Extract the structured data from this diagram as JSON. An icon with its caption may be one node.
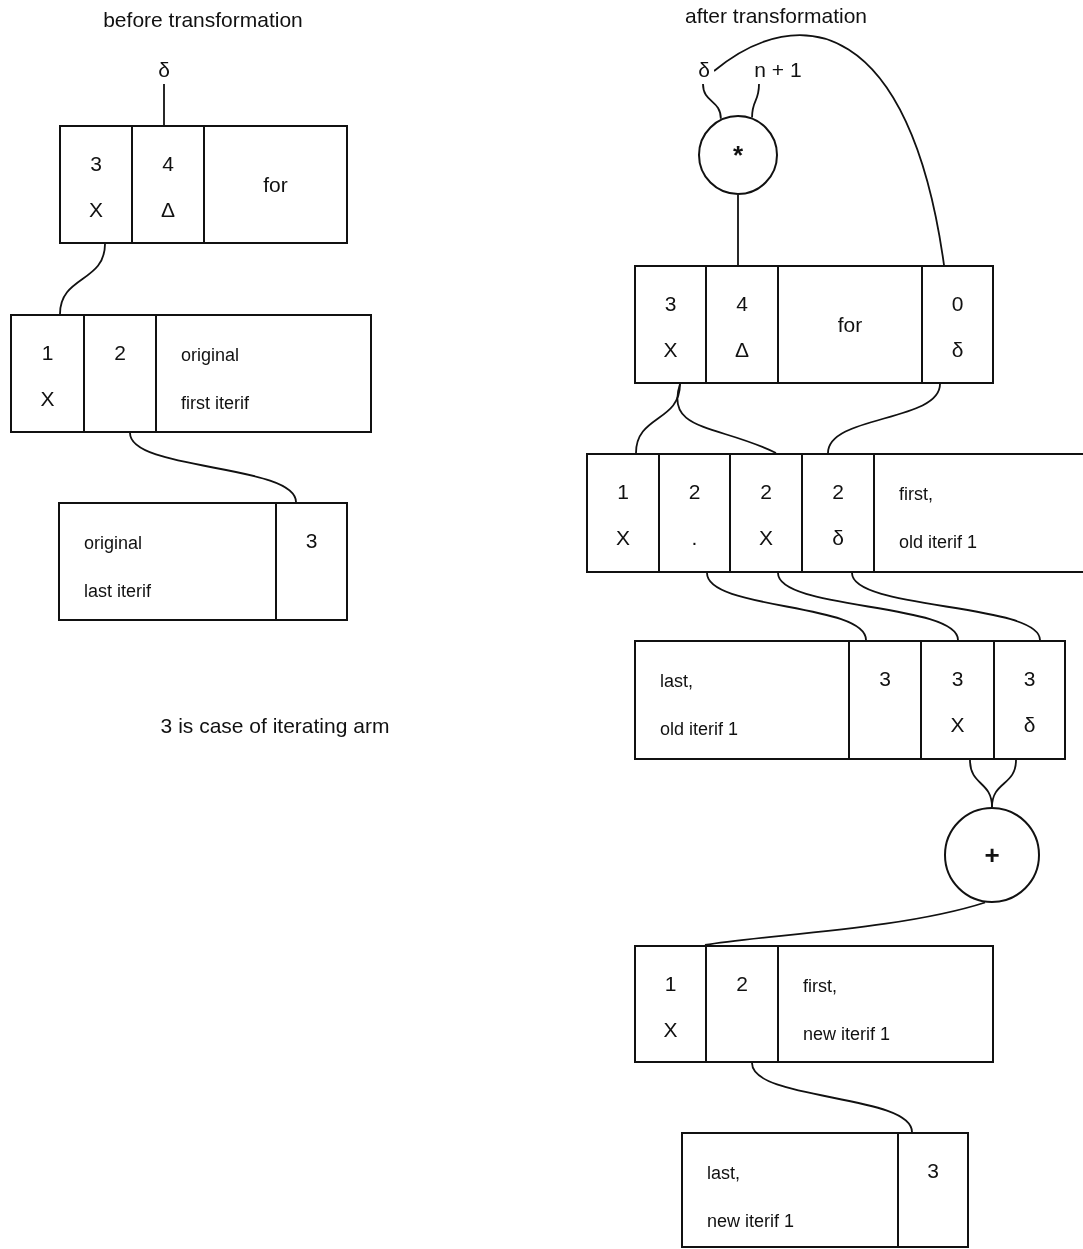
{
  "diagram": {
    "nodes": [
      {
        "text": [
          "δ"
        ]
      },
      {
        "text": [
          "3",
          "X"
        ]
      },
      {
        "text": [
          "4",
          "Δ"
        ]
      },
      {
        "text": [
          "for"
        ]
      },
      {
        "text": [
          "1",
          "X"
        ]
      },
      {
        "text": [
          "2"
        ]
      },
      {
        "text": [
          "original",
          "first iterif"
        ]
      },
      {
        "text": [
          "original",
          "last iterif"
        ]
      },
      {
        "text": [
          "3"
        ]
      },
      {
        "text": [
          "δ"
        ]
      },
      {
        "text": [
          "n + 1"
        ]
      },
      {
        "text": [
          "*"
        ]
      },
      {
        "text": [
          "3",
          "X"
        ]
      },
      {
        "text": [
          "4",
          "Δ"
        ]
      },
      {
        "text": [
          "for"
        ]
      },
      {
        "text": [
          "0",
          "δ"
        ]
      },
      {
        "text": [
          "1",
          "X"
        ]
      },
      {
        "text": [
          "2",
          "."
        ]
      },
      {
        "text": [
          "2",
          "X"
        ]
      },
      {
        "text": [
          "2",
          "δ"
        ]
      },
      {
        "text": [
          "first,",
          "old iterif 1"
        ]
      },
      {
        "text": [
          "last,",
          "old iterif 1"
        ]
      },
      {
        "text": [
          "3"
        ]
      },
      {
        "text": [
          "3",
          "X"
        ]
      },
      {
        "text": [
          "3",
          "δ"
        ]
      },
      {
        "text": [
          "+"
        ]
      },
      {
        "text": [
          "1",
          "X"
        ]
      },
      {
        "text": [
          "2"
        ]
      },
      {
        "text": [
          "first,",
          "new iterif 1"
        ]
      },
      {
        "text": [
          "last,",
          "new iterif 1"
        ]
      },
      {
        "text": [
          "3"
        ]
      }
    ],
    "edges": [
      {
        "from": 0,
        "to": 2,
        "arrow": "none"
      },
      {
        "from": 1,
        "to": 4,
        "arrow": "none"
      },
      {
        "from": 5,
        "to": 8,
        "arrow": "none"
      },
      {
        "from": 9,
        "to": 11,
        "arrow": "none"
      },
      {
        "from": 10,
        "to": 11,
        "arrow": "none"
      },
      {
        "from": 9,
        "to": 15,
        "arrow": "none"
      },
      {
        "from": 11,
        "to": 13,
        "arrow": "none"
      },
      {
        "from": 12,
        "to": 16,
        "arrow": "none"
      },
      {
        "from": 12,
        "to": 18,
        "arrow": "none"
      },
      {
        "from": 15,
        "to": 19,
        "arrow": "none"
      },
      {
        "from": 17,
        "to": 22,
        "arrow": "none"
      },
      {
        "from": 18,
        "to": 23,
        "arrow": "none"
      },
      {
        "from": 19,
        "to": 24,
        "arrow": "none"
      },
      {
        "from": 23,
        "to": 25,
        "arrow": "none"
      },
      {
        "from": 24,
        "to": 25,
        "arrow": "none"
      },
      {
        "from": 25,
        "to": 26,
        "arrow": "none"
      },
      {
        "from": 27,
        "to": 30,
        "arrow": "none"
      }
    ],
    "labels": [
      "before transformation",
      "after transformation",
      "3 is case of iterating arm"
    ]
  }
}
